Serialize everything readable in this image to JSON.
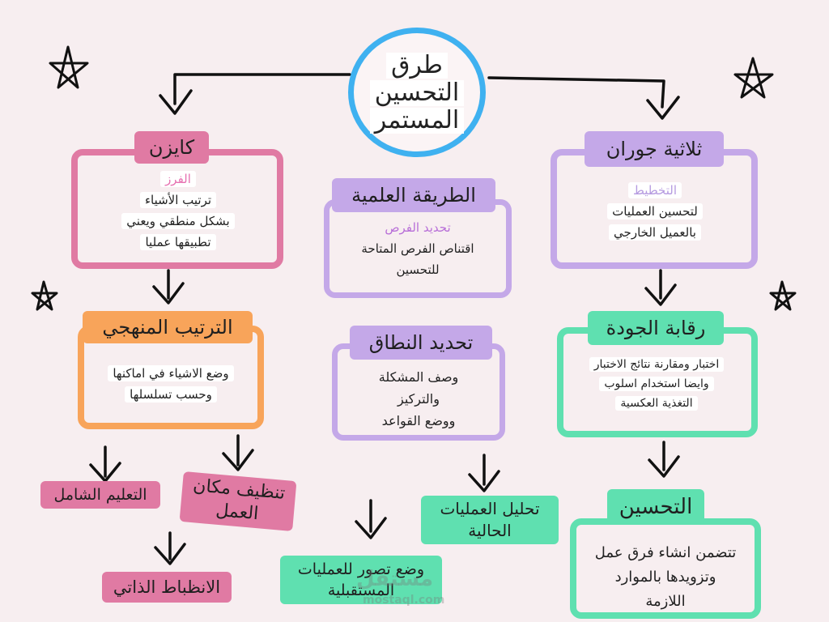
{
  "center": {
    "title_lines": [
      "طرق",
      "التحسين",
      "المستمر"
    ]
  },
  "kaizen": {
    "title": "كايزن",
    "subtitle": "الفرز",
    "lines": [
      "ترتيب الأشياء",
      "بشكل منطقي ويعني",
      "تطبيقها عمليا"
    ]
  },
  "methodical": {
    "title": "الترتيب المنهجي",
    "lines": [
      "وضع الاشياء في اماكنها",
      "وحسب تسلسلها"
    ]
  },
  "leaves_left": {
    "inclusive_education": "التعليم الشامل",
    "clean_workplace": [
      "تنظيف مكان",
      "العمل"
    ],
    "self_discipline": "الانظباط الذاتي"
  },
  "scientific": {
    "title": "الطريقة العلمية",
    "subtitle": "تحديد الفرص",
    "lines": [
      "اقتناص الفرص المتاحة",
      "للتحسين"
    ]
  },
  "scope": {
    "title": "تحديد النطاق",
    "lines": [
      "وصف المشكلة",
      "والتركيز",
      "ووضع القواعد"
    ]
  },
  "leaves_middle": {
    "future_vision": [
      "وضع تصور للعمليات",
      "المستقبلية"
    ],
    "current_analysis": [
      "تحليل العمليات",
      "الحالية"
    ]
  },
  "juran": {
    "title": "ثلاثية جوران",
    "subtitle": "التخطيط",
    "lines": [
      "لتحسين العمليات",
      "بالعميل الخارجي"
    ]
  },
  "quality": {
    "title": "رقابة الجودة",
    "lines": [
      "اختبار ومقارنة نتائج الاختبار",
      "وايضا استخدام اسلوب",
      "التغذية العكسية"
    ]
  },
  "improvement": {
    "title": "التحسين",
    "lines": [
      "تتضمن انشاء فرق عمل",
      "وتزويدها بالموارد",
      "اللازمة"
    ]
  },
  "watermark": {
    "brand": "مستقل",
    "url": "mostaql.com"
  },
  "colors": {
    "pink": "#e07aa3",
    "orange": "#f8a45a",
    "purple": "#c4a8e8",
    "green": "#5fe0b0",
    "blue": "#3fb1f0",
    "background": "#f7eef0"
  }
}
